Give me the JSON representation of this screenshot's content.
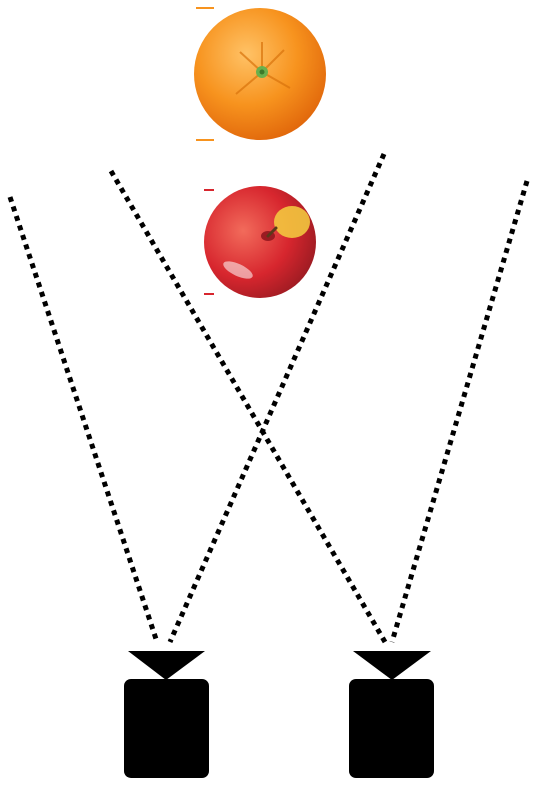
{
  "scene": {
    "background": "#ffffff",
    "line_color": "#000000",
    "line_style": "dotted",
    "objects": [
      {
        "name": "orange",
        "icon": "orange-icon",
        "colors": {
          "peel": "#f7931e",
          "highlight": "#ffc266",
          "shadow": "#e0650a",
          "stem": "#6ab04c"
        }
      },
      {
        "name": "apple",
        "icon": "apple-icon",
        "colors": {
          "skin": "#d7262e",
          "highlight": "#f4d03f",
          "shadow": "#9b1b22",
          "stem": "#5a3a1a"
        }
      }
    ],
    "cameras": [
      {
        "name": "left-camera",
        "icon": "camera-icon",
        "color": "#000000"
      },
      {
        "name": "right-camera",
        "icon": "camera-icon",
        "color": "#000000"
      }
    ],
    "sight_lines": [
      {
        "name": "left-camera-left-ray"
      },
      {
        "name": "left-camera-right-ray"
      },
      {
        "name": "right-camera-left-ray"
      },
      {
        "name": "right-camera-right-ray"
      }
    ]
  }
}
